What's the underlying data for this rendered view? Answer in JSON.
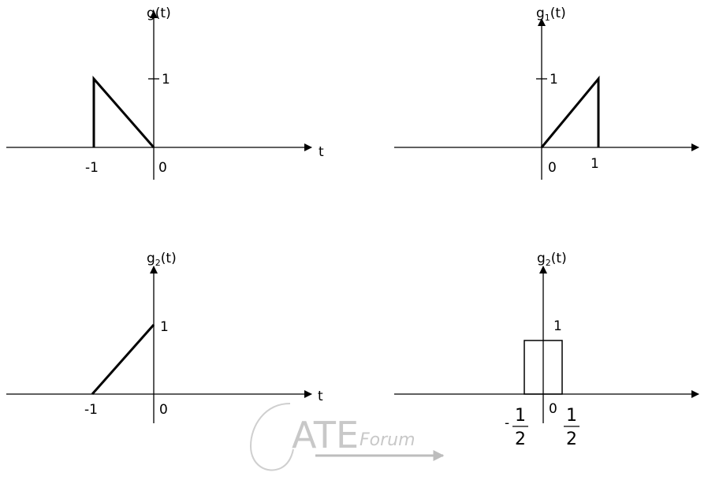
{
  "panels": {
    "top_left": {
      "y_label": "g(t)",
      "x_label": "t",
      "one_label": "1",
      "minus_one_label": "-1",
      "zero_label": "0"
    },
    "top_right": {
      "y_label_main": "g",
      "y_label_sub": "1",
      "y_label_tail": "(t)",
      "one_y_label": "1",
      "one_x_label": "1",
      "zero_label": "0"
    },
    "bottom_left": {
      "y_label_main": "g",
      "y_label_sub": "2",
      "y_label_tail": "(t)",
      "x_label": "t",
      "one_label": "1",
      "minus_one_label": "-1",
      "zero_label": "0"
    },
    "bottom_right": {
      "y_label_main": "g",
      "y_label_sub": "2",
      "y_label_tail": "(t)",
      "one_label": "1",
      "zero_label": "0",
      "neg_half": {
        "sign": "-",
        "num": "1",
        "den": "2"
      },
      "pos_half": {
        "num": "1",
        "den": "2"
      }
    }
  },
  "watermark": {
    "big": "ATE",
    "small": "Forum"
  }
}
